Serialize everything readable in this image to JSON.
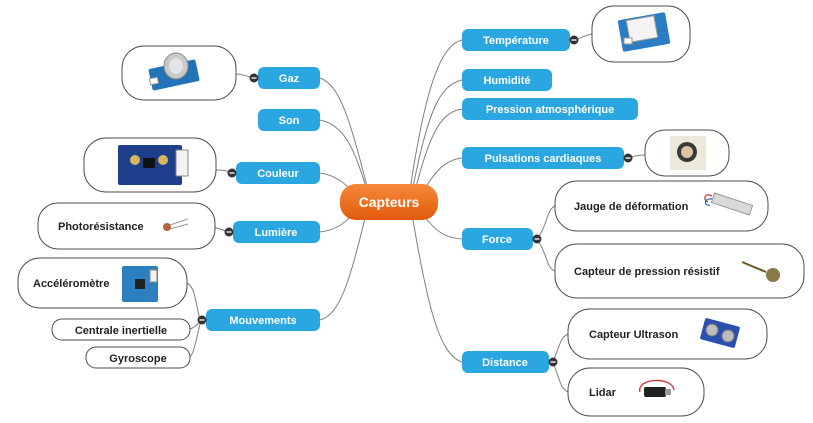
{
  "central": {
    "label": "Capteurs",
    "color": "#ef6c1a"
  },
  "pill_color": "#2aa6e0",
  "branches": {
    "gaz": {
      "label": "Gaz",
      "image": "gas-sensor-board"
    },
    "son": {
      "label": "Son"
    },
    "couleur": {
      "label": "Couleur",
      "image": "color-sensor-board"
    },
    "lumiere": {
      "label": "Lumière"
    },
    "mouvements": {
      "label": "Mouvements"
    },
    "temperature": {
      "label": "Température",
      "image": "temperature-humidity-sensor-board"
    },
    "humidite": {
      "label": "Humidité"
    },
    "pression": {
      "label": "Pression atmosphérique"
    },
    "pulsations": {
      "label": "Pulsations cardiaques",
      "image": "pulse-sensor"
    },
    "force": {
      "label": "Force"
    },
    "distance": {
      "label": "Distance"
    }
  },
  "sub_items": {
    "photoresistance": {
      "label": "Photorésistance",
      "image": "photoresistor"
    },
    "accelerometre": {
      "label": "Accéléromètre",
      "image": "accelerometer-board"
    },
    "centrale": {
      "label": "Centrale inertielle"
    },
    "gyroscope": {
      "label": "Gyroscope"
    },
    "jauge": {
      "label": "Jauge de déformation",
      "image": "load-cell"
    },
    "pression_resistif": {
      "label": "Capteur de pression résistif",
      "image": "force-sensitive-resistor"
    },
    "ultrason": {
      "label": "Capteur Ultrason",
      "image": "ultrasonic-sensor"
    },
    "lidar": {
      "label": "Lidar",
      "image": "lidar-module"
    }
  }
}
